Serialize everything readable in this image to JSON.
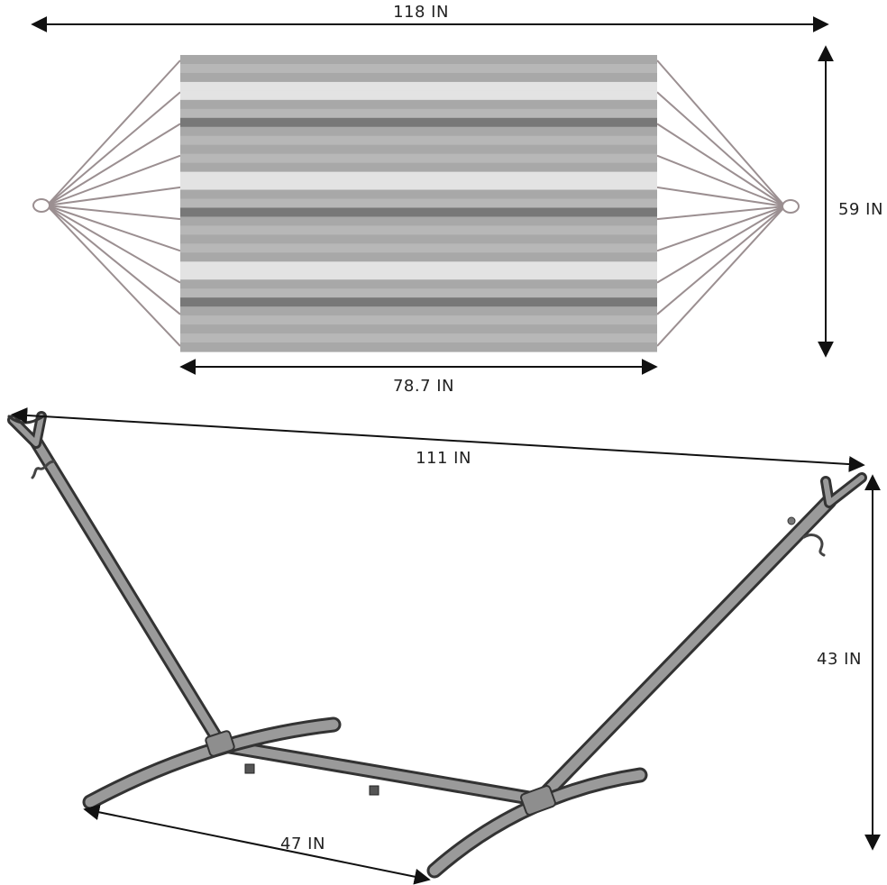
{
  "dimensions": {
    "hammock_total_length": "118 IN",
    "hammock_width": "59 IN",
    "hammock_bed_length": "78.7 IN",
    "stand_length": "111 IN",
    "stand_height": "43 IN",
    "stand_base_width": "47 IN"
  },
  "colors": {
    "stripe_light": "#e3e3e3",
    "stripe_mid": "#a8a8a8",
    "stripe_mid2": "#b7b7b7",
    "stripe_dark": "#787878",
    "rope": "#9b8f91",
    "frame_stroke": "#333333",
    "frame_fill": "#8e8e8e",
    "arrow": "#111111"
  },
  "icons": [
    "hammock-bed",
    "hammock-stand",
    "s-hook-icon",
    "dimension-arrow-icon"
  ]
}
